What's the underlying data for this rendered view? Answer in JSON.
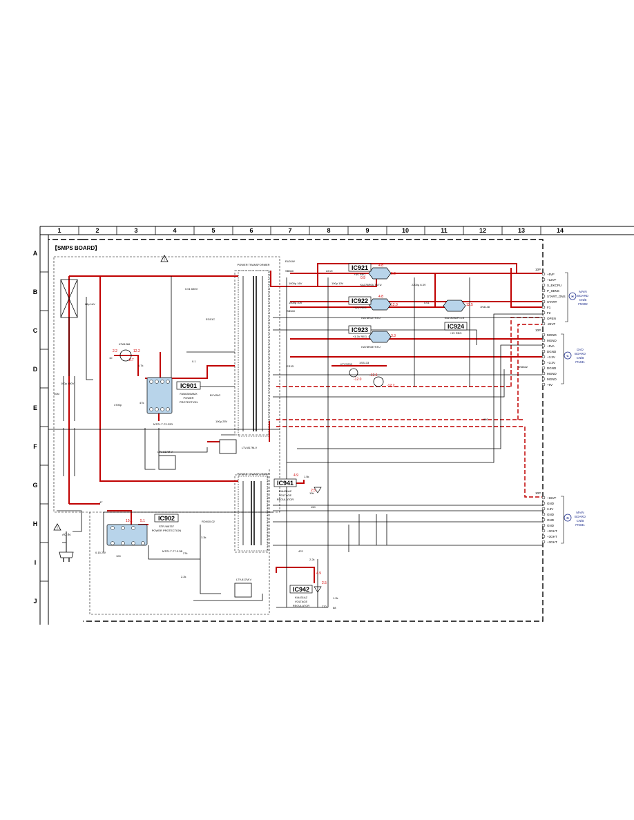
{
  "board_title": "【SMPS BOARD】",
  "columns": [
    "1",
    "2",
    "3",
    "4",
    "5",
    "6",
    "7",
    "8",
    "9",
    "10",
    "11",
    "12",
    "13",
    "14"
  ],
  "rows": [
    "A",
    "B",
    "C",
    "D",
    "E",
    "F",
    "G",
    "H",
    "I",
    "J"
  ],
  "ics": {
    "ic921": {
      "tag": "IC921",
      "line1": "+5V REG",
      "part": "KA378R05-TSTU"
    },
    "ic922": {
      "tag": "IC922",
      "line1": "+12V REG",
      "part": "KA78R12TSTU"
    },
    "ic923": {
      "tag": "IC923",
      "line1": "+3.3V REG",
      "part": "KA78R33TSTU"
    },
    "ic924": {
      "tag": "IC924",
      "line1": "+9V REG",
      "part": "KIA7809API-CS"
    },
    "ic901": {
      "tag": "IC901",
      "line1": "FAN6300AMX",
      "line2": "POWER",
      "line3": "PROTECTION"
    },
    "ic902": {
      "tag": "IC902",
      "part": "STR-W6757",
      "line2": "POWER PROTECTION"
    },
    "ic941": {
      "tag": "IC941",
      "part": "KIA431AZ",
      "line2": "VOLTAGE",
      "line3": "REGULATOR"
    },
    "ic942": {
      "tag": "IC942",
      "part": "KIA431AZ",
      "line2": "VOLTAGE",
      "line3": "REGULATOR"
    }
  },
  "transformers": {
    "t1": "POWER TRANSFORMER",
    "t2": "POWER TRANSFORMER"
  },
  "optocouplers": {
    "pc1": "LTV-817M-V",
    "pc2": "LTV-817M-V",
    "pc3": "LTV-817M-V"
  },
  "ac_input": "AC IN",
  "connectors": {
    "cn_b": {
      "pins": [
        "10P",
        "+5VF",
        "+12VF",
        "S_EKCPU",
        "P_SENS",
        "START_ONS",
        "START",
        "F1",
        "F2",
        "OPEN",
        "-24VF"
      ],
      "dest": [
        "MAIN",
        "BOARD",
        "CN/B",
        "FN902"
      ],
      "letter": "H"
    },
    "cn_d": {
      "pins": [
        "10P",
        "MGND",
        "MGND",
        "+5VA",
        "DGND",
        "+3.3V",
        "+3.3V",
        "DGND",
        "MGND",
        "MGND",
        "+9V"
      ],
      "dest": [
        "DVD",
        "BOARD",
        "CN/B",
        "FN431"
      ],
      "letter": "C"
    },
    "cn_h": {
      "pins": [
        "10P",
        "+15VF",
        "GND",
        "3.3V",
        "GND",
        "GND",
        "GND",
        "+3GHT",
        "+3GHT",
        "+3GHT"
      ],
      "dest": [
        "MAIN",
        "BOARD",
        "CN/B",
        "FN931"
      ],
      "letter": "G"
    }
  },
  "component_labels": [
    "EU01W",
    "SB560",
    "1000µ 16V",
    "2200µ 6.3V",
    "22nH",
    "100µ 10V",
    "0.01",
    "1N4148",
    "1000µ 10V",
    "SB540",
    "4.7k",
    "47k",
    "0.1",
    "100",
    "10",
    "3.3k",
    "10k",
    "47",
    "680",
    "270",
    "2.2k",
    "1.2k",
    "68",
    "150",
    "470",
    "1.5k",
    "0.01 630V",
    "68p 1kV",
    "4700p",
    "100µ 25V",
    "MTZJ-T-72-22D",
    "MTZJ-T-77-3.3B",
    "KTA1266",
    "RDN10-02",
    "1N5822",
    "EG01C",
    "KTC3203",
    "ES1D",
    "0.15 2W",
    "10M",
    "2.2k",
    "27k",
    "1SS133",
    "BYV26C",
    "100µ 450V"
  ],
  "voltage_marks": [
    "2.2",
    "-0.7",
    "12.2",
    "4.8",
    "5.0",
    "0.9",
    "4.8",
    "12.0",
    "-12.6",
    "-12.0",
    "-12.2",
    "3.3",
    "12.5",
    "4.9",
    "2.5",
    "4.9",
    "2.5",
    "5.1",
    "10.1"
  ]
}
